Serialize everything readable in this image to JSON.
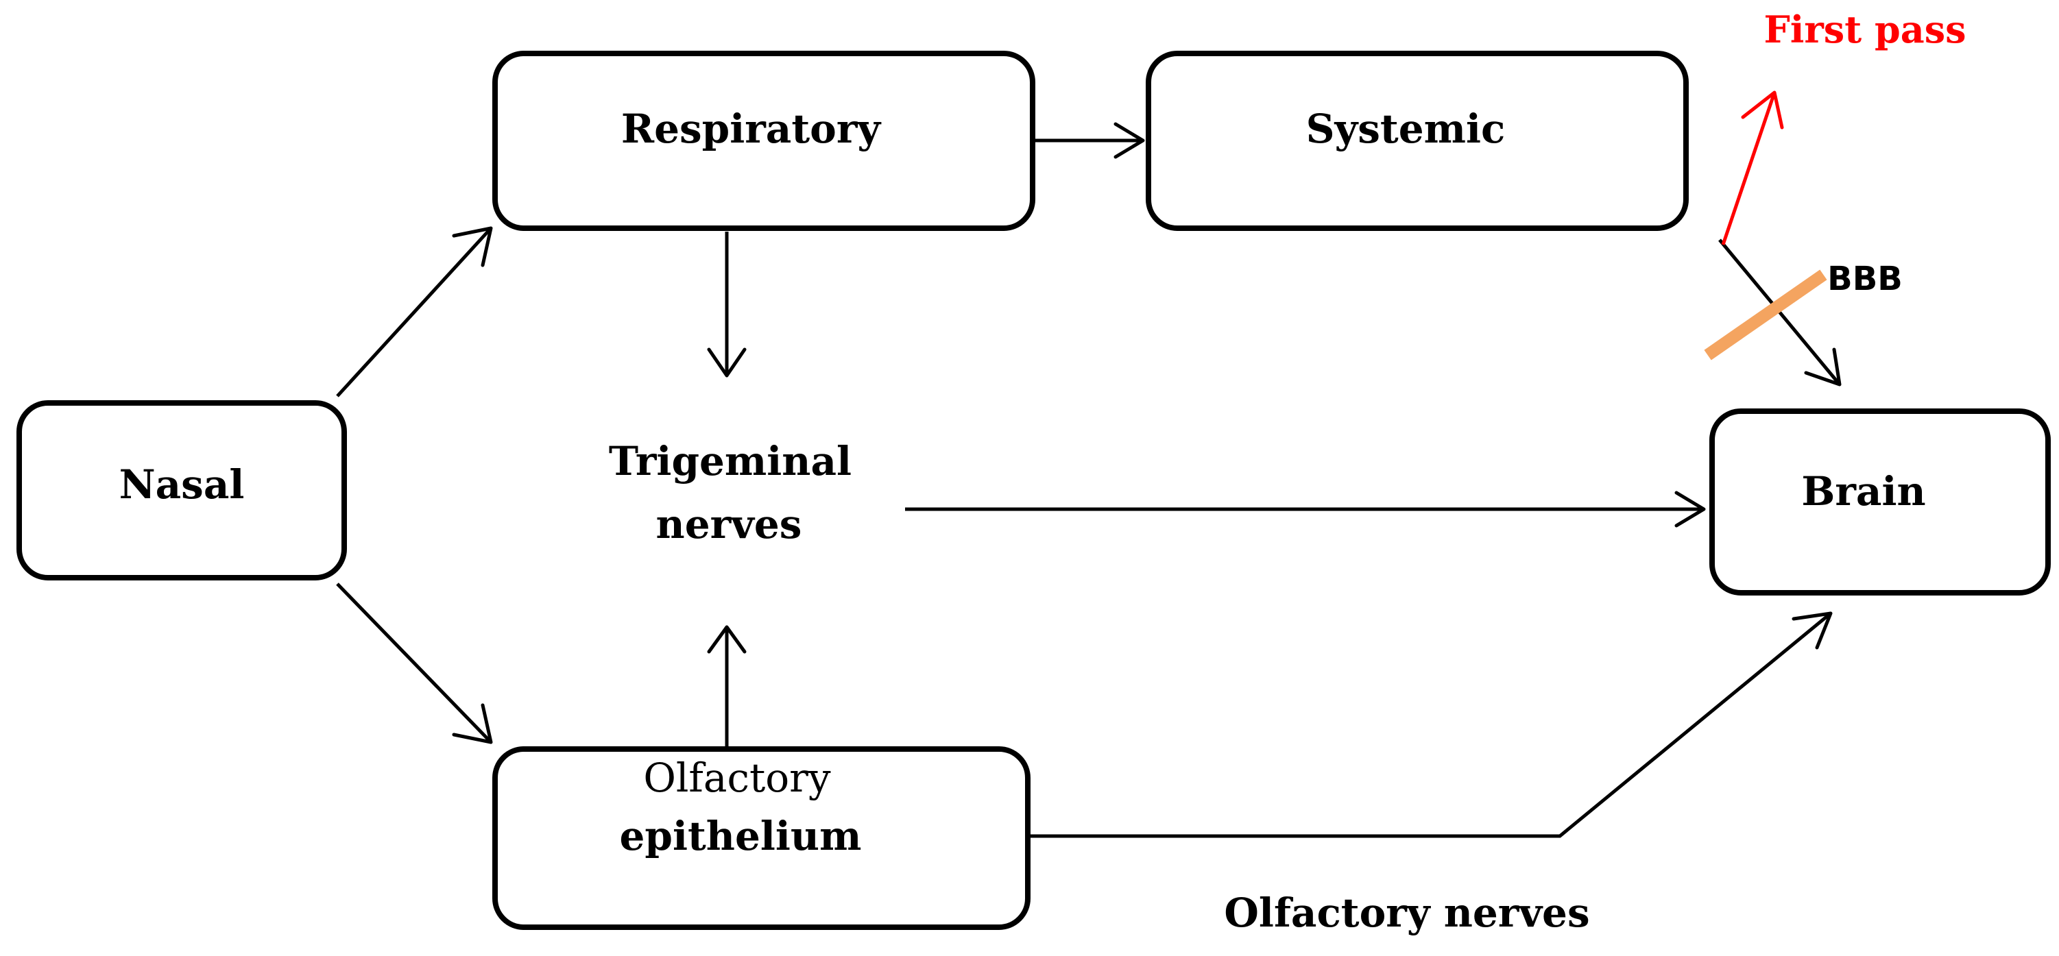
{
  "nodes": {
    "nasal": "Nasal",
    "respiratory": "Respiratory",
    "systemic": "Systemic",
    "brain": "Brain",
    "trigeminal_line1": "Trigeminal",
    "trigeminal_line2": "nerves",
    "olfactory_epi_line1": "Olfactory",
    "olfactory_epi_line2": "epithelium"
  },
  "edge_labels": {
    "olfactory_nerves": "Olfactory nerves",
    "bbb": "BBB",
    "first_pass": "First pass"
  },
  "colors": {
    "first_pass": "#ff0000",
    "bbb_barrier": "#f4a460",
    "stroke": "#000000"
  }
}
